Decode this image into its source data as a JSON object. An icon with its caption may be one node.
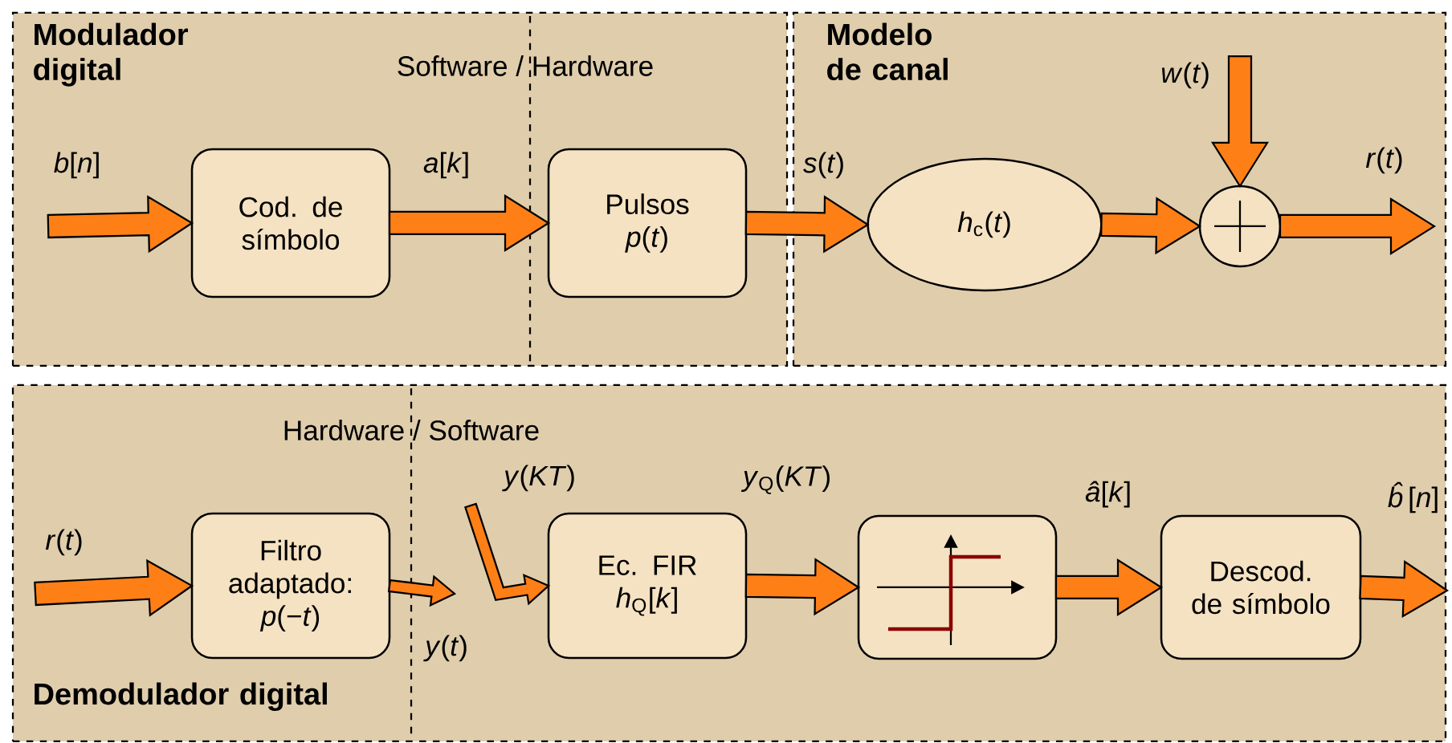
{
  "diagram": {
    "nodes": [
      {
        "text": [
          "Modulador digital"
        ]
      },
      {
        "text": [
          "Cod. de símbolo"
        ],
        "in": 0
      },
      {
        "text": [
          "Pulsos *p*(*t*)"
        ],
        "in": 0
      },
      {
        "text": [
          "Modelo de canal"
        ]
      },
      {
        "text": [
          "*h*$_{c}$(*t*)"
        ],
        "in": 3
      },
      {
        "text": [],
        "shape": "circle",
        "in": 3
      },
      {
        "text": [
          "Demodulador digital"
        ]
      },
      {
        "text": [
          "Filtro adaptado: *p*(−*t*)"
        ],
        "in": 6
      },
      {
        "text": [
          "Ec. FIR *h*$_{Q}$[*k*]"
        ],
        "in": 6
      },
      {
        "text": [],
        "shape": "box",
        "in": 6
      },
      {
        "text": [
          "Descod. de símbolo"
        ],
        "in": 6
      }
    ],
    "edges": [
      {
        "from": null,
        "to": 1,
        "arrow": "to",
        "label": "*b*[*n*]"
      },
      {
        "from": 1,
        "to": 2,
        "arrow": "to",
        "label": "*a*[*k*]"
      },
      {
        "from": 2,
        "to": 4,
        "arrow": "to",
        "label": "*s*(*t*)"
      },
      {
        "from": 4,
        "to": 5,
        "arrow": "to"
      },
      {
        "from": null,
        "to": 5,
        "arrow": "to",
        "label": "*w*(*t*)"
      },
      {
        "from": 5,
        "to": null,
        "arrow": "to",
        "label": "*r*(*t*)"
      },
      {
        "from": null,
        "to": 7,
        "arrow": "to",
        "label": "*r*(*t*)"
      },
      {
        "from": 7,
        "to": null,
        "arrow": "to",
        "label": "*y*(*t*)"
      },
      {
        "from": null,
        "to": 8,
        "arrow": "to",
        "label": "*y*(*KT*)"
      },
      {
        "from": 8,
        "to": 9,
        "arrow": "to",
        "label": "*y*$_{Q}$(*KT*)"
      },
      {
        "from": 9,
        "to": 10,
        "arrow": "to",
        "label": "*â*[*k*]"
      },
      {
        "from": 10,
        "to": null,
        "arrow": "to",
        "label": "*b̂*[*n*]"
      }
    ],
    "labels": [
      "Software / Hardware",
      "Hardware / Software"
    ]
  }
}
